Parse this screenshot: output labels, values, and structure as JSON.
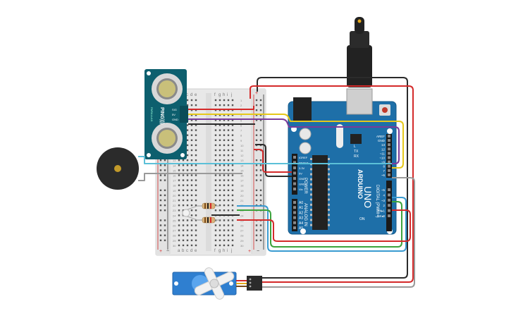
{
  "arduino": {
    "brand": "ARDUINO",
    "model": "UNO",
    "digital_label": "DIGITAL (PWM~)",
    "power_label": "POWER",
    "analog_label": "ANALOG IN",
    "on_label": "ON",
    "tx_label": "TX",
    "rx_label": "RX",
    "l_label": "L",
    "power_pins": [
      "IOREF",
      "RESET",
      "3.3V",
      "5V",
      "GND",
      "GND",
      "Vin"
    ],
    "analog_pins": [
      "A0",
      "A1",
      "A2",
      "A3",
      "A4",
      "A5"
    ],
    "digital_pins": [
      "AREF",
      "GND",
      "13",
      "12",
      "~11",
      "~10",
      "~9",
      "8",
      "7",
      "~6",
      "~5",
      "4",
      "~3",
      "2",
      "TX▸1",
      "RX◂0"
    ]
  },
  "sensor": {
    "name": "PING)))",
    "pins": [
      "SIG",
      "5V",
      "GND"
    ],
    "side_text": "PARALLAX"
  },
  "breadboard": {
    "columns": [
      "a",
      "b",
      "c",
      "d",
      "e",
      "f",
      "g",
      "h",
      "i",
      "j"
    ],
    "row_count": 30,
    "rail_plus": "+",
    "rail_minus": "−"
  },
  "colors": {
    "arduino_blue": "#1e6fa8",
    "wire_red": "#d42a2a",
    "wire_black": "#2b2b2b",
    "wire_yellow": "#e6c81a",
    "wire_purple": "#7a3b9a",
    "wire_cyan": "#5bc0d8",
    "wire_green": "#3ca33c",
    "wire_gray": "#9a9a9a",
    "sensor_teal": "#0d5f6e",
    "servo_blue": "#2f7fd0"
  }
}
